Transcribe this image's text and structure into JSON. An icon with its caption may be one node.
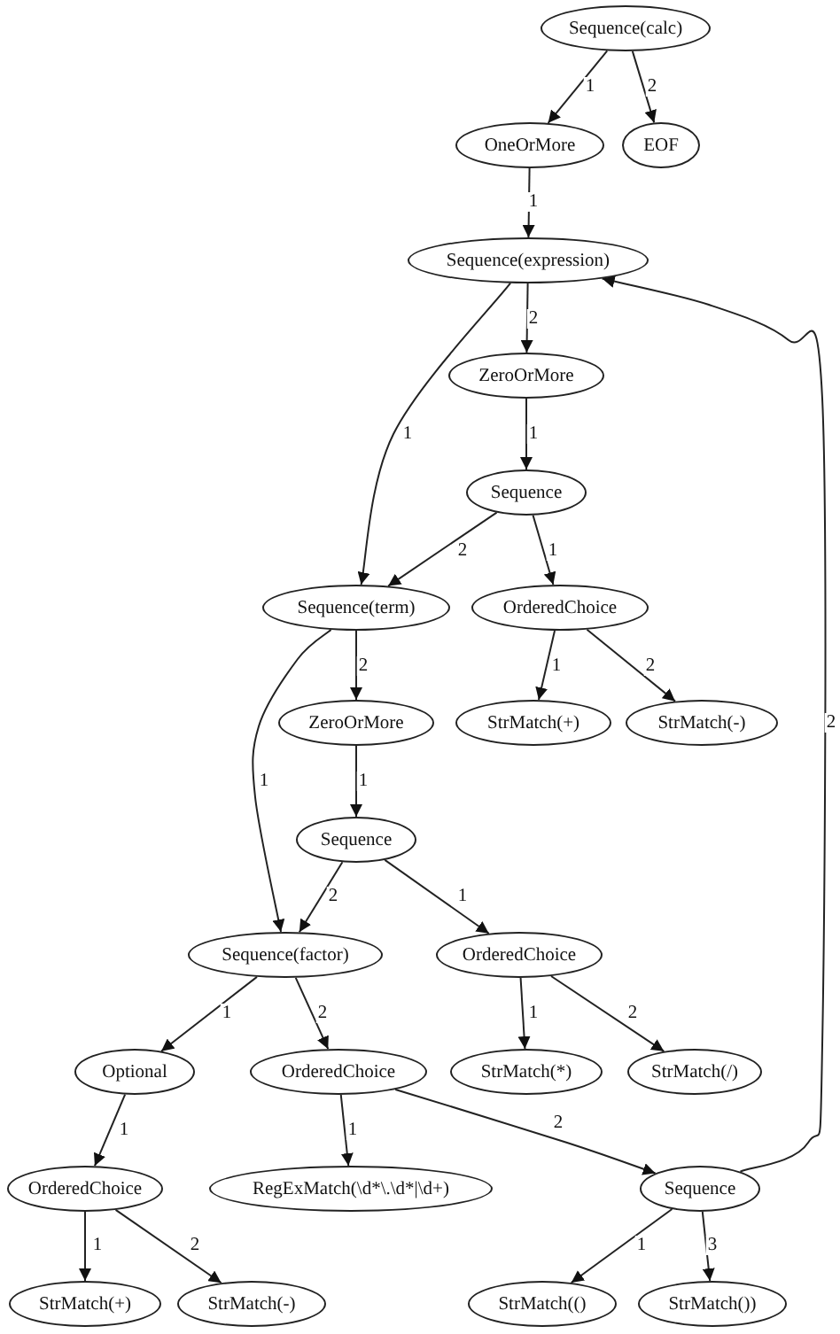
{
  "diagram": {
    "nodes": [
      {
        "text": [
          "Sequence(calc)"
        ]
      },
      {
        "text": [
          "OneOrMore"
        ]
      },
      {
        "text": [
          "EOF"
        ]
      },
      {
        "text": [
          "Sequence(expression)"
        ]
      },
      {
        "text": [
          "ZeroOrMore"
        ]
      },
      {
        "text": [
          "Sequence"
        ]
      },
      {
        "text": [
          "Sequence(term)"
        ]
      },
      {
        "text": [
          "OrderedChoice"
        ]
      },
      {
        "text": [
          "ZeroOrMore"
        ]
      },
      {
        "text": [
          "StrMatch(+)"
        ]
      },
      {
        "text": [
          "StrMatch(-)"
        ]
      },
      {
        "text": [
          "Sequence"
        ]
      },
      {
        "text": [
          "Sequence(factor)"
        ]
      },
      {
        "text": [
          "OrderedChoice"
        ]
      },
      {
        "text": [
          "Optional"
        ]
      },
      {
        "text": [
          "OrderedChoice"
        ]
      },
      {
        "text": [
          "StrMatch(*)"
        ]
      },
      {
        "text": [
          "StrMatch(/)"
        ]
      },
      {
        "text": [
          "OrderedChoice"
        ]
      },
      {
        "text": [
          "RegExMatch(\\d*\\.\\d*|\\d+)"
        ]
      },
      {
        "text": [
          "Sequence"
        ]
      },
      {
        "text": [
          "StrMatch(+)"
        ]
      },
      {
        "text": [
          "StrMatch(-)"
        ]
      },
      {
        "text": [
          "StrMatch(()"
        ]
      },
      {
        "text": [
          "StrMatch())"
        ]
      }
    ],
    "edges": [
      {
        "from": 0,
        "to": 1,
        "arrow": "to",
        "label": "1"
      },
      {
        "from": 0,
        "to": 2,
        "arrow": "to",
        "label": "2"
      },
      {
        "from": 1,
        "to": 3,
        "arrow": "to",
        "label": "1"
      },
      {
        "from": 3,
        "to": 6,
        "arrow": "to",
        "label": "1"
      },
      {
        "from": 3,
        "to": 4,
        "arrow": "to",
        "label": "2"
      },
      {
        "from": 4,
        "to": 5,
        "arrow": "to",
        "label": "1"
      },
      {
        "from": 5,
        "to": 6,
        "arrow": "to",
        "label": "2"
      },
      {
        "from": 5,
        "to": 7,
        "arrow": "to",
        "label": "1"
      },
      {
        "from": 7,
        "to": 9,
        "arrow": "to",
        "label": "1"
      },
      {
        "from": 7,
        "to": 10,
        "arrow": "to",
        "label": "2"
      },
      {
        "from": 6,
        "to": 12,
        "arrow": "to",
        "label": "1"
      },
      {
        "from": 6,
        "to": 8,
        "arrow": "to",
        "label": "2"
      },
      {
        "from": 8,
        "to": 11,
        "arrow": "to",
        "label": "1"
      },
      {
        "from": 11,
        "to": 12,
        "arrow": "to",
        "label": "2"
      },
      {
        "from": 11,
        "to": 13,
        "arrow": "to",
        "label": "1"
      },
      {
        "from": 13,
        "to": 16,
        "arrow": "to",
        "label": "1"
      },
      {
        "from": 13,
        "to": 17,
        "arrow": "to",
        "label": "2"
      },
      {
        "from": 12,
        "to": 14,
        "arrow": "to",
        "label": "1"
      },
      {
        "from": 12,
        "to": 15,
        "arrow": "to",
        "label": "2"
      },
      {
        "from": 14,
        "to": 18,
        "arrow": "to",
        "label": "1"
      },
      {
        "from": 15,
        "to": 19,
        "arrow": "to",
        "label": "1"
      },
      {
        "from": 15,
        "to": 20,
        "arrow": "to",
        "label": "2"
      },
      {
        "from": 18,
        "to": 21,
        "arrow": "to",
        "label": "1"
      },
      {
        "from": 18,
        "to": 22,
        "arrow": "to",
        "label": "2"
      },
      {
        "from": 20,
        "to": 23,
        "arrow": "to",
        "label": "1"
      },
      {
        "from": 20,
        "to": 24,
        "arrow": "to",
        "label": "3"
      },
      {
        "from": 20,
        "to": 3,
        "arrow": "to",
        "label": "2"
      }
    ]
  }
}
